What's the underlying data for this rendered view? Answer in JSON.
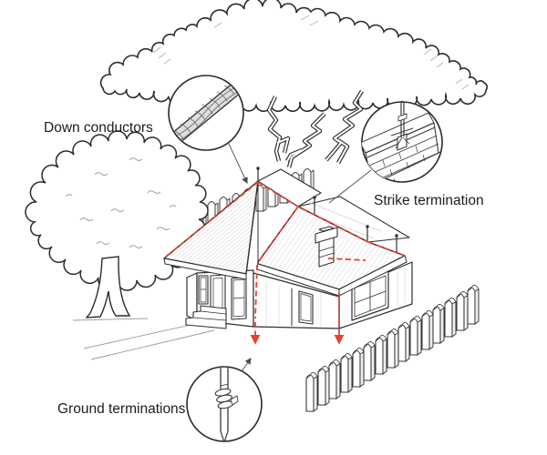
{
  "colors": {
    "ink": "#2b2b2b",
    "conductor_red": "#e8402e",
    "background": "#ffffff"
  },
  "labels": {
    "down_conductors": "Down conductors",
    "strike_termination": "Strike termination",
    "ground_terminations": "Ground terminations"
  },
  "callouts": [
    {
      "id": "down-conductors",
      "label": "Down conductors",
      "detail_icon": "stranded-cable-icon"
    },
    {
      "id": "strike-termination",
      "label": "Strike termination",
      "detail_icon": "roof-air-terminal-icon"
    },
    {
      "id": "ground-terminations",
      "label": "Ground terminations",
      "detail_icon": "ground-rod-icon"
    }
  ]
}
